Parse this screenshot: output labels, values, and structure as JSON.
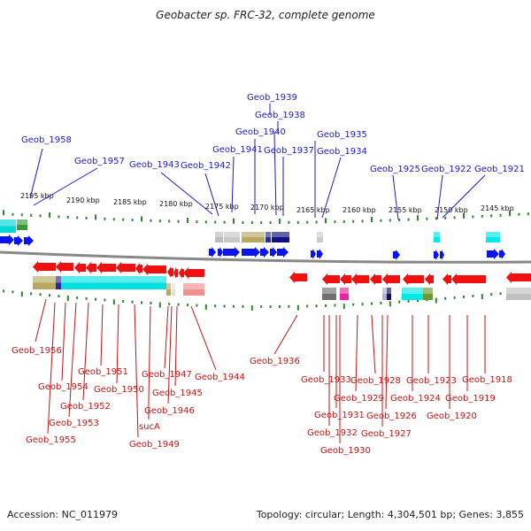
{
  "title": "Geobacter sp. FRC-32, complete genome",
  "footer": {
    "accession": "Accession: NC_011979",
    "summary": "Topology: circular; Length: 4,304,501 bp; Genes: 3,855"
  },
  "colors": {
    "forward_label": "#1a1acc",
    "reverse_label": "#cc1111",
    "forward_arrow": "#0a14f0",
    "reverse_arrow": "#f01010",
    "backbone": "#888888",
    "tick": "#2a8a2a"
  },
  "axis": {
    "unit": "kbp",
    "labels": [
      "2195 kbp",
      "2190 kbp",
      "2185 kbp",
      "2180 kbp",
      "2175 kbp",
      "2170 kbp",
      "2165 kbp",
      "2160 kbp",
      "2155 kbp",
      "2150 kbp",
      "2145 kbp"
    ]
  },
  "forward_genes": [
    "Geob_1958",
    "Geob_1957",
    "Geob_1943",
    "Geob_1942",
    "Geob_1941",
    "Geob_1940",
    "Geob_1939",
    "Geob_1938",
    "Geob_1937",
    "Geob_1935",
    "Geob_1934",
    "Geob_1925",
    "Geob_1922",
    "Geob_1921"
  ],
  "reverse_genes": [
    "Geob_1956",
    "Geob_1955",
    "Geob_1954",
    "Geob_1953",
    "Geob_1952",
    "Geob_1951",
    "Geob_1950",
    "Geob_1949",
    "sucA",
    "Geob_1947",
    "Geob_1946",
    "Geob_1945",
    "Geob_1944",
    "Geob_1936",
    "Geob_1933",
    "Geob_1932",
    "Geob_1931",
    "Geob_1930",
    "Geob_1929",
    "Geob_1928",
    "Geob_1927",
    "Geob_1926",
    "Geob_1924",
    "Geob_1923",
    "Geob_1920",
    "Geob_1919",
    "Geob_1918"
  ]
}
